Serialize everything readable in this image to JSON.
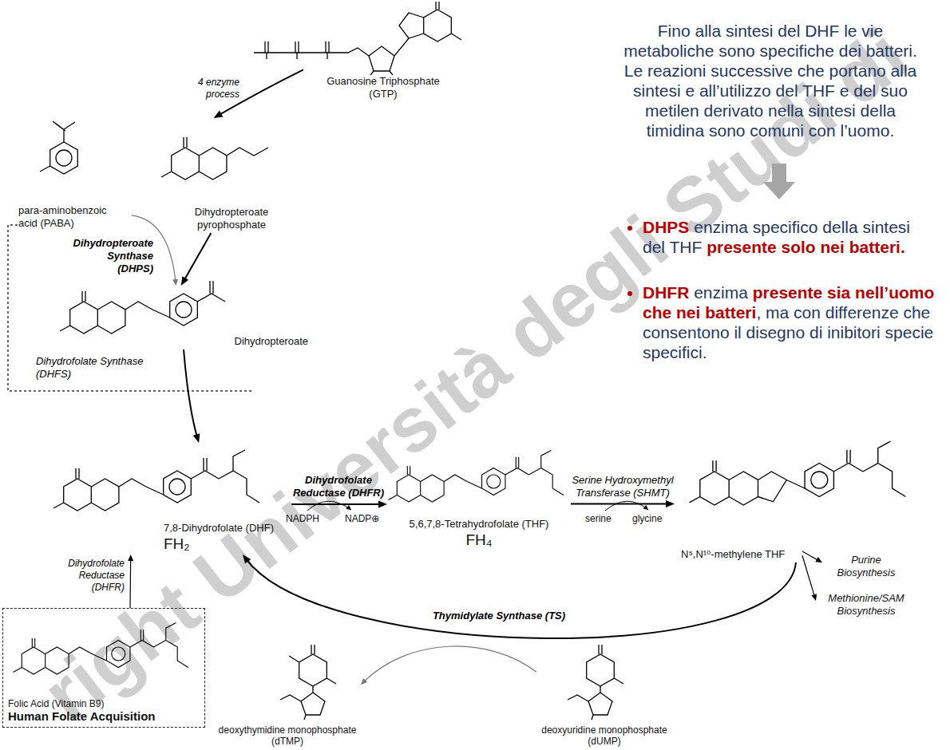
{
  "diagram": {
    "nodes": [
      {
        "text": [
          "Guanosine Triphosphate (GTP)"
        ]
      },
      {
        "text": [
          "para-aminobenzoic acid (PABA)"
        ]
      },
      {
        "text": [
          "Dihydropteroate pyrophosphate"
        ]
      },
      {
        "text": [
          "Dihydropteroate"
        ]
      },
      {
        "text": [
          "7,8-Dihydrofolate (DHF)",
          "FH₂"
        ]
      },
      {
        "text": [
          "5,6,7,8-Tetrahydrofolate (THF)",
          "FH₄"
        ]
      },
      {
        "text": [
          "N⁵,N¹⁰-methylene THF"
        ]
      },
      {
        "text": [
          "Purine Biosynthesis"
        ]
      },
      {
        "text": [
          "Methionine/SAM Biosynthesis"
        ]
      },
      {
        "text": [
          "deoxythymidine monophosphate (dTMP)"
        ]
      },
      {
        "text": [
          "deoxyuridine monophosphate (dUMP)"
        ]
      },
      {
        "text": [
          "Folic Acid (Vitamin B9)",
          "Human Folate Acquisition"
        ]
      }
    ],
    "edges": [
      {
        "from": 0,
        "to": 2,
        "arrow": "to",
        "label": "4 enzyme process"
      },
      {
        "from": 2,
        "to": 3,
        "arrow": "to",
        "label": "Dihydropteroate Synthase (DHPS)"
      },
      {
        "from": 1,
        "to": 3,
        "arrow": "to"
      },
      {
        "from": 3,
        "to": 4,
        "arrow": "to",
        "label": "Dihydrofolate Synthase (DHFS)"
      },
      {
        "from": 4,
        "to": 5,
        "arrow": "to",
        "label": "Dihydrofolate Reductase (DHFR)"
      },
      {
        "from": 5,
        "to": 6,
        "arrow": "to",
        "label": "Serine Hydroxymethyl Transferase (SHMT)"
      },
      {
        "from": 6,
        "to": 7,
        "arrow": "to"
      },
      {
        "from": 6,
        "to": 8,
        "arrow": "to"
      },
      {
        "from": 6,
        "to": 4,
        "arrow": "to",
        "label": "Thymidylate Synthase (TS)"
      },
      {
        "from": 10,
        "to": 9,
        "arrow": "to"
      },
      {
        "from": 11,
        "to": 4,
        "arrow": "to",
        "label": "Dihydrofolate Reductase (DHFR)"
      }
    ],
    "labels": [
      "NADPH",
      "NADP⊕",
      "serine",
      "glycine",
      "Fino alla sintesi del DHF le vie metaboliche sono specifiche dei batteri. Le reazioni successive che portano alla sintesi e all’utilizzo del THF e del suo metilen derivato nella sintesi della timidina sono comuni con l’uomo.",
      "DHPS",
      "enzima specifico della sintesi del THF",
      "presente solo nei batteri.",
      "DHFR",
      "enzima",
      "presente sia nell’uomo che nei batteri",
      ", ma con differenze che consentono il disegno di inibitori specie specifici.",
      "right Università degli Studi di"
    ]
  }
}
